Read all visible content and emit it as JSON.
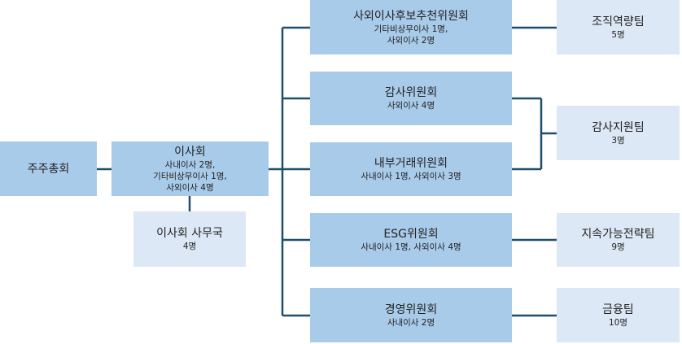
{
  "nodes": {
    "shareholders": {
      "title": "주주총회"
    },
    "board": {
      "title": "이사회",
      "lines": [
        "사내이사 2명,",
        "기타비상무이사 1명,",
        "사외이사 4명"
      ]
    },
    "board_office": {
      "title": "이사회 사무국",
      "lines": [
        "4명"
      ]
    },
    "nomination": {
      "title": "사외이사후보추천위원회",
      "lines": [
        "기타비상무이사 1명,",
        "사외이사 2명"
      ]
    },
    "audit": {
      "title": "감사위원회",
      "lines": [
        "사외이사 4명"
      ]
    },
    "internal_trade": {
      "title": "내부거래위원회",
      "lines": [
        "사내이사 1명, 사외이사 3명"
      ]
    },
    "esg": {
      "title": "ESG위원회",
      "lines": [
        "사내이사 1명, 사외이사 4명"
      ]
    },
    "management": {
      "title": "경영위원회",
      "lines": [
        "사내이사 2명"
      ]
    },
    "org_team": {
      "title": "조직역량팀",
      "lines": [
        "5명"
      ]
    },
    "audit_support": {
      "title": "감사지원팀",
      "lines": [
        "3명"
      ]
    },
    "sustainability": {
      "title": "지속가능전략팀",
      "lines": [
        "9명"
      ]
    },
    "finance": {
      "title": "금융팀",
      "lines": [
        "10명"
      ]
    }
  },
  "colors": {
    "primary": "#a9cbea",
    "secondary": "#dce8f5",
    "connector": "#1f4e6b"
  }
}
